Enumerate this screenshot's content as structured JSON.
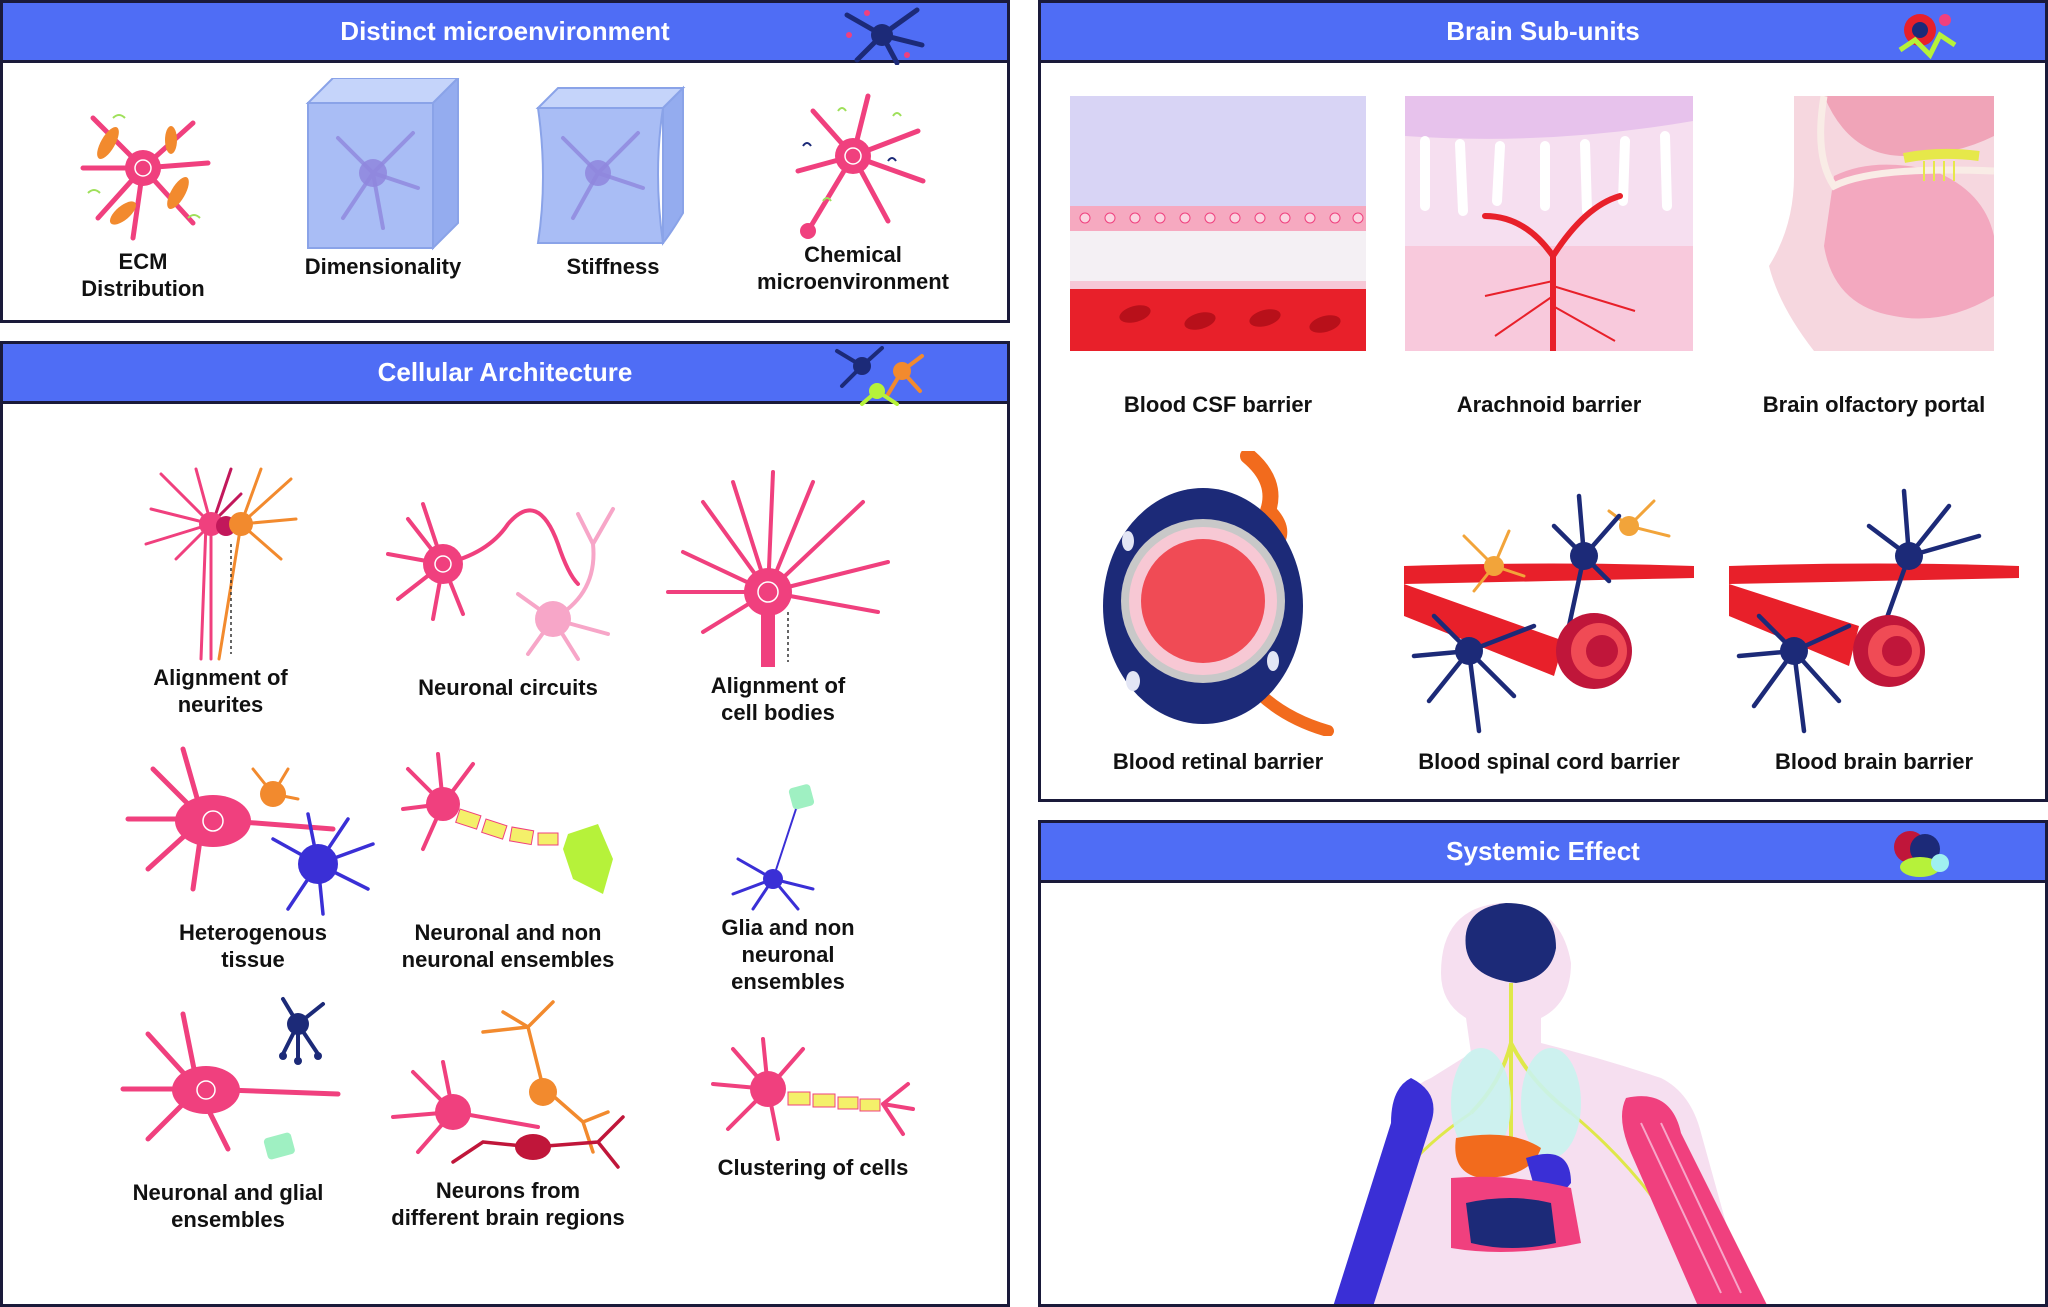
{
  "panels": {
    "microenvironment": {
      "title": "Distinct microenvironment",
      "items": [
        {
          "l1": "ECM",
          "l2": "Distribution"
        },
        {
          "l1": "Dimensionality"
        },
        {
          "l1": "Stiffness"
        },
        {
          "l1": "Chemical",
          "l2": "microenvironment"
        }
      ]
    },
    "architecture": {
      "title": "Cellular Architecture",
      "items": [
        {
          "l1": "Alignment of",
          "l2": "neurites"
        },
        {
          "l1": "Neuronal circuits"
        },
        {
          "l1": "Alignment of",
          "l2": "cell bodies"
        },
        {
          "l1": "Heterogenous",
          "l2": "tissue"
        },
        {
          "l1": "Neuronal and non",
          "l2": "neuronal ensembles"
        },
        {
          "l1": "Glia and non",
          "l2": "neuronal",
          "l3": "ensembles"
        },
        {
          "l1": "Neuronal and glial",
          "l2": "ensembles"
        },
        {
          "l1": "Neurons from",
          "l2": "different brain regions"
        },
        {
          "l1": "Clustering of cells"
        }
      ]
    },
    "subunits": {
      "title": "Brain Sub-units",
      "items": [
        {
          "l1": "Blood CSF barrier"
        },
        {
          "l1": "Arachnoid barrier"
        },
        {
          "l1": "Brain olfactory portal"
        },
        {
          "l1": "Blood retinal barrier"
        },
        {
          "l1": "Blood spinal cord barrier"
        },
        {
          "l1": "Blood brain barrier"
        }
      ]
    },
    "systemic": {
      "title": "Systemic Effect"
    }
  },
  "colors": {
    "header": "#4f6df5",
    "neuron_pink": "#f0407e",
    "neuron_orange": "#f28a2e",
    "neuron_navy": "#1c2a78",
    "glia_green": "#b6f23a",
    "blood_red": "#e8202a",
    "cube_blue": "#a9bdf5"
  }
}
